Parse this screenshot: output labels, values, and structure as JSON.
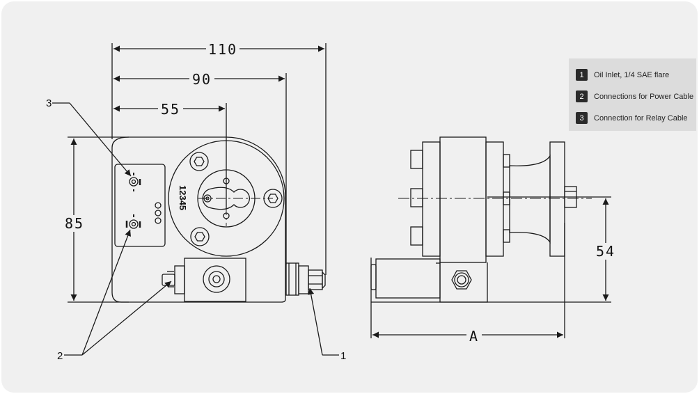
{
  "legend": {
    "items": [
      {
        "num": "1",
        "text": "Oil Inlet, 1/4 SAE flare"
      },
      {
        "num": "2",
        "text": "Connections for Power Cable"
      },
      {
        "num": "3",
        "text": "Connection for Relay Cable"
      }
    ]
  },
  "dimensions": {
    "d110": "110",
    "d90": "90",
    "d55": "55",
    "d85": "85",
    "d54": "54",
    "dA": "A"
  },
  "callouts": {
    "c1": "1",
    "c2": "2",
    "c3": "3"
  },
  "serial_number": "12345",
  "colors": {
    "background": "#f0f0f0",
    "legend_bg": "#dcdcdc",
    "line": "#1a1a1a"
  }
}
